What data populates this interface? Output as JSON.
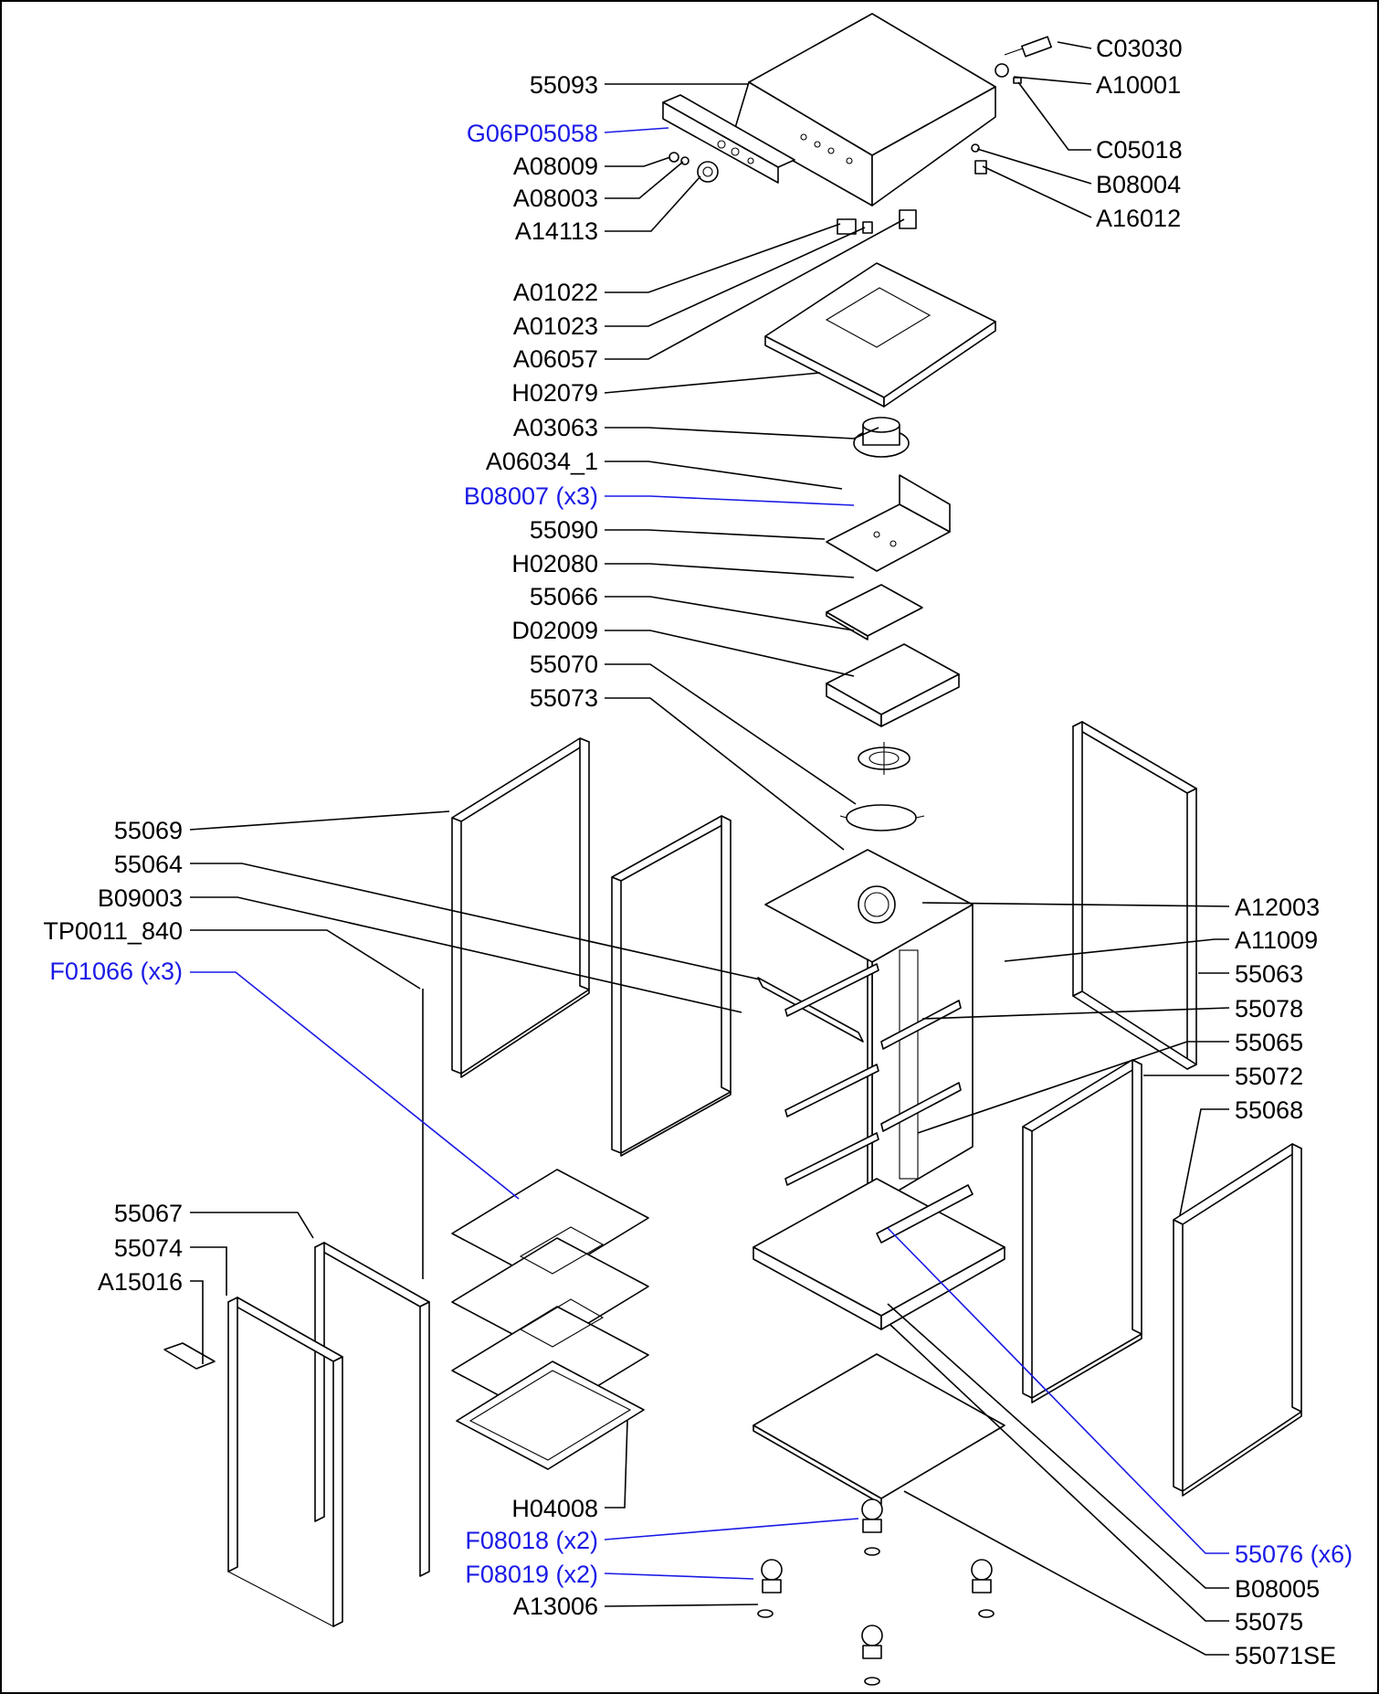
{
  "colors": {
    "normal": "#000000",
    "highlight": "#1a1ae6"
  },
  "labels": [
    {
      "text": "C03030",
      "hl": false
    },
    {
      "text": "55093",
      "hl": false
    },
    {
      "text": "A10001",
      "hl": false
    },
    {
      "text": "G06P05058",
      "hl": true
    },
    {
      "text": "C05018",
      "hl": false
    },
    {
      "text": "A08009",
      "hl": false
    },
    {
      "text": "B08004",
      "hl": false
    },
    {
      "text": "A08003",
      "hl": false
    },
    {
      "text": "A16012",
      "hl": false
    },
    {
      "text": "A14113",
      "hl": false
    },
    {
      "text": "A01022",
      "hl": false
    },
    {
      "text": "A01023",
      "hl": false
    },
    {
      "text": "A06057",
      "hl": false
    },
    {
      "text": "H02079",
      "hl": false
    },
    {
      "text": "A03063",
      "hl": false
    },
    {
      "text": "A06034_1",
      "hl": false
    },
    {
      "text": "B08007 (x3)",
      "hl": true
    },
    {
      "text": "55090",
      "hl": false
    },
    {
      "text": "H02080",
      "hl": false
    },
    {
      "text": "55066",
      "hl": false
    },
    {
      "text": "D02009",
      "hl": false
    },
    {
      "text": "55070",
      "hl": false
    },
    {
      "text": "55073",
      "hl": false
    },
    {
      "text": "55069",
      "hl": false
    },
    {
      "text": "55064",
      "hl": false
    },
    {
      "text": "B09003",
      "hl": false
    },
    {
      "text": "TP0011_840",
      "hl": false
    },
    {
      "text": "F01066 (x3)",
      "hl": true
    },
    {
      "text": "A12003",
      "hl": false
    },
    {
      "text": "A11009",
      "hl": false
    },
    {
      "text": "55063",
      "hl": false
    },
    {
      "text": "55078",
      "hl": false
    },
    {
      "text": "55065",
      "hl": false
    },
    {
      "text": "55072",
      "hl": false
    },
    {
      "text": "55068",
      "hl": false
    },
    {
      "text": "55067",
      "hl": false
    },
    {
      "text": "55074",
      "hl": false
    },
    {
      "text": "A15016",
      "hl": false
    },
    {
      "text": "H04008",
      "hl": false
    },
    {
      "text": "F08018 (x2)",
      "hl": true
    },
    {
      "text": "F08019 (x2)",
      "hl": true
    },
    {
      "text": "A13006",
      "hl": false
    },
    {
      "text": "55076 (x6)",
      "hl": true
    },
    {
      "text": "B08005",
      "hl": false
    },
    {
      "text": "55075",
      "hl": false
    },
    {
      "text": "55071SE",
      "hl": false
    }
  ]
}
